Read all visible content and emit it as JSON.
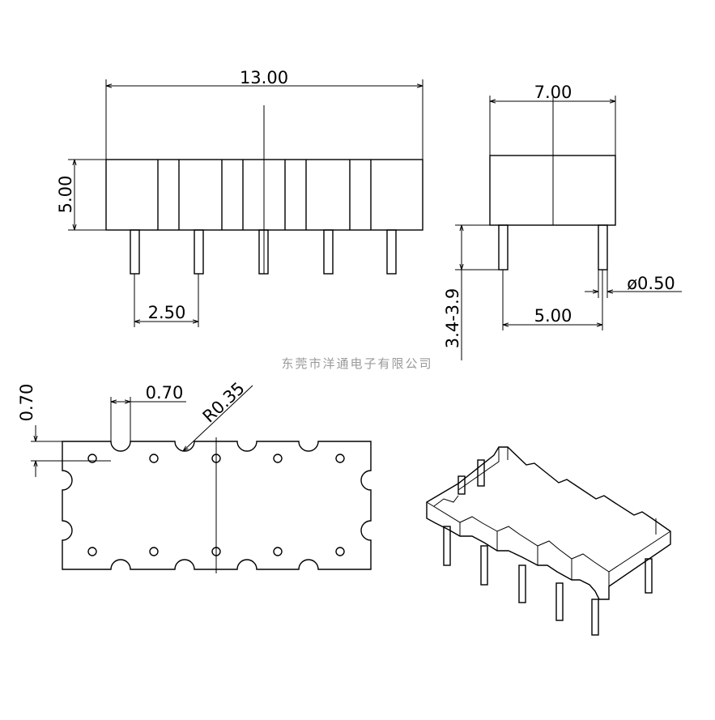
{
  "dimensions": {
    "overall_length": "13.00",
    "body_height": "5.00",
    "pin_pitch": "2.50",
    "body_width": "7.00",
    "pin_length": "3.4-3.9",
    "pin_diameter": "ø0.50",
    "row_spacing": "5.00",
    "notch_offset": "0.70",
    "notch_width": "0.70",
    "notch_radius": "R0.35"
  },
  "watermark": "东莞市洋通电子有限公司"
}
